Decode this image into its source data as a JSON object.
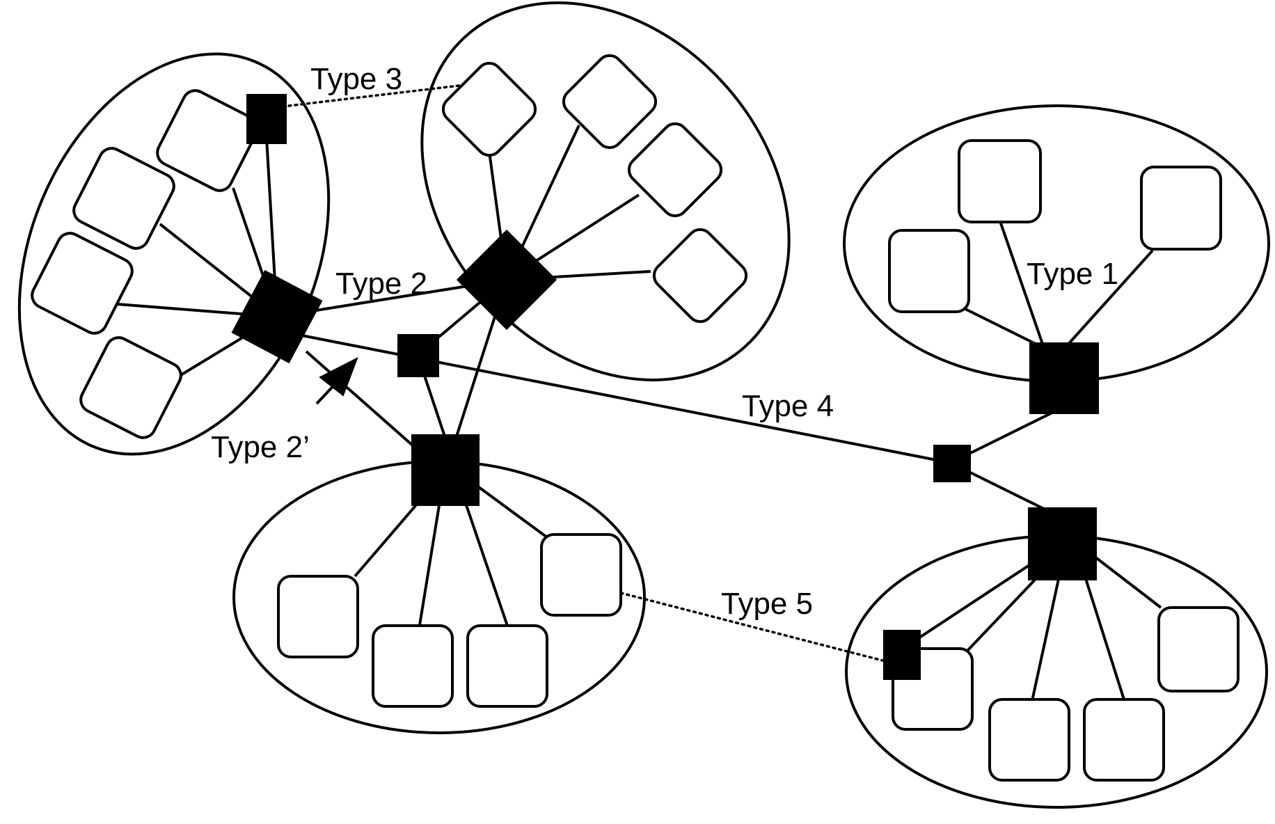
{
  "labels": {
    "type1": "Type 1",
    "type2": "Type 2",
    "type2prime": "Type 2’",
    "type3": "Type 3",
    "type4": "Type 4",
    "type5": "Type 5"
  },
  "colors": {
    "stroke": "#000000",
    "hub_fill": "#000000",
    "node_fill": "#ffffff",
    "background": "#ffffff"
  }
}
